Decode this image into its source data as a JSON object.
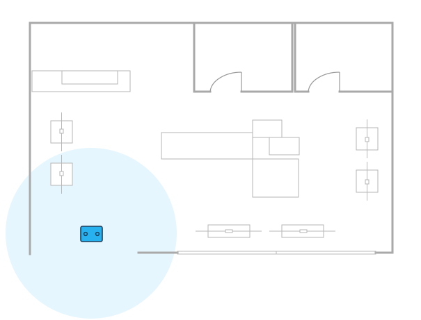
{
  "floor_plan": {
    "coverage": {
      "fill": "#d6f0fd",
      "opacity": 0.6
    },
    "device": {
      "icon": "access-point-icon",
      "fill": "#27b1ee",
      "stroke": "#1b3d5a",
      "port_color": "#1b3d5a"
    },
    "wall_color": "#a9a9a9",
    "furniture_color": "#b5b5b5",
    "rooms": [
      "office-left",
      "office-right"
    ]
  }
}
